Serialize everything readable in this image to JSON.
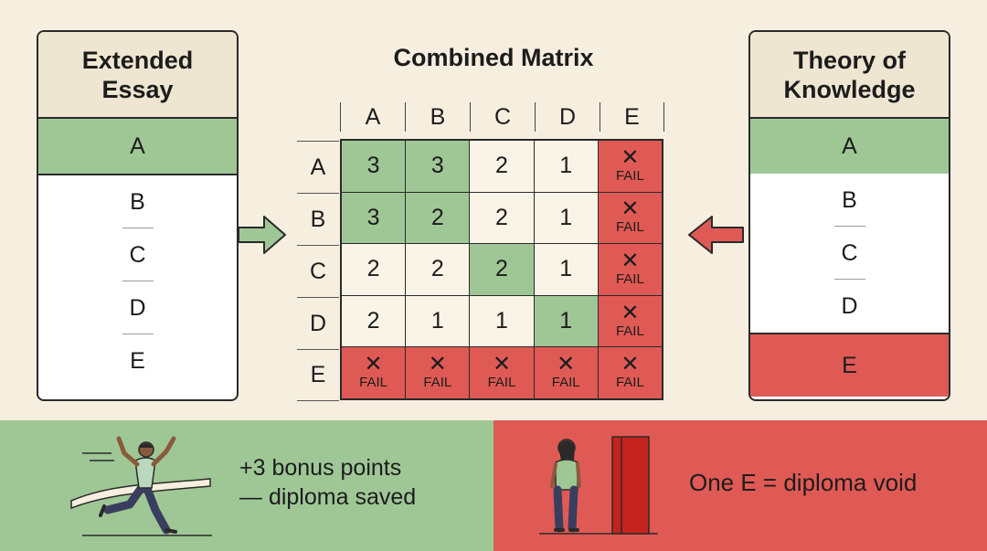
{
  "extended_essay": {
    "title_line1": "Extended",
    "title_line2": "Essay",
    "grades": [
      "A",
      "B",
      "C",
      "D",
      "E"
    ]
  },
  "theory_of_knowledge": {
    "title_line1": "Theory of",
    "title_line2": "Knowledge",
    "grades": [
      "A",
      "B",
      "C",
      "D",
      "E"
    ]
  },
  "matrix": {
    "title": "Combined Matrix",
    "col_headers": [
      "A",
      "B",
      "C",
      "D",
      "E"
    ],
    "row_headers": [
      "A",
      "B",
      "C",
      "D",
      "E"
    ],
    "fail_label": "FAIL",
    "x_symbol": "✕",
    "cells": [
      [
        "3",
        "3",
        "2",
        "1",
        "FAIL"
      ],
      [
        "3",
        "2",
        "2",
        "1",
        "FAIL"
      ],
      [
        "2",
        "2",
        "2",
        "1",
        "FAIL"
      ],
      [
        "2",
        "1",
        "1",
        "1",
        "FAIL"
      ],
      [
        "FAIL",
        "FAIL",
        "FAIL",
        "FAIL",
        "FAIL"
      ]
    ],
    "highlight_green": [
      [
        0,
        0
      ],
      [
        0,
        1
      ],
      [
        1,
        0
      ],
      [
        1,
        1
      ],
      [
        2,
        2
      ],
      [
        3,
        3
      ]
    ]
  },
  "banners": {
    "bonus_line1": "+3 bonus points",
    "bonus_line2": "— diploma saved",
    "void_text": "One E = diploma void"
  },
  "colors": {
    "background": "#f6eedf",
    "green": "#9fc796",
    "red": "#e05a55",
    "header_beige": "#efe6d2",
    "door_red": "#c4231f"
  },
  "icons": {
    "ee_arrow": "arrow-right-icon",
    "tok_arrow": "arrow-left-icon",
    "runner": "runner-finish-line-icon",
    "person": "person-standing-icon",
    "door": "closed-door-icon"
  }
}
